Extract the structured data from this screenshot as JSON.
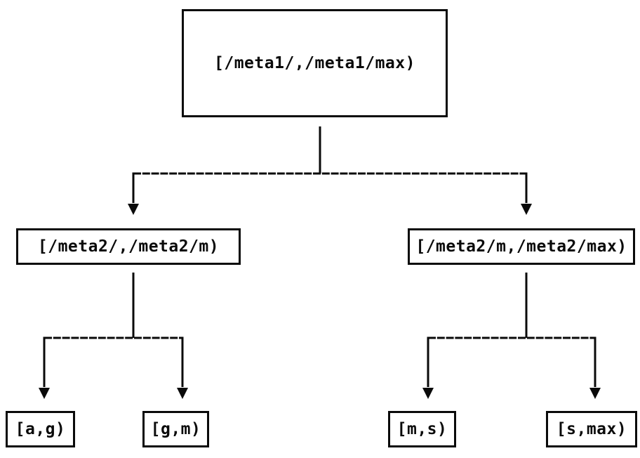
{
  "diagram": {
    "type": "tree",
    "background_color": "#ffffff",
    "line_color": "#0a0a0a",
    "text_color": "#0a0a0a",
    "nodes": {
      "root": {
        "label": "[/meta1/,/meta1/max)"
      },
      "meta2_low": {
        "label": "[/meta2/,/meta2/m)"
      },
      "meta2_high": {
        "label": "[/meta2/m,/meta2/max)"
      },
      "leaf_a_g": {
        "label": "[a,g)"
      },
      "leaf_g_m": {
        "label": "[g,m)"
      },
      "leaf_m_s": {
        "label": "[m,s)"
      },
      "leaf_s_max": {
        "label": "[s,max)"
      }
    },
    "edges": [
      {
        "from": "root",
        "to": "meta2_low"
      },
      {
        "from": "root",
        "to": "meta2_high"
      },
      {
        "from": "meta2_low",
        "to": "leaf_a_g"
      },
      {
        "from": "meta2_low",
        "to": "leaf_g_m"
      },
      {
        "from": "meta2_high",
        "to": "leaf_m_s"
      },
      {
        "from": "meta2_high",
        "to": "leaf_s_max"
      }
    ]
  }
}
